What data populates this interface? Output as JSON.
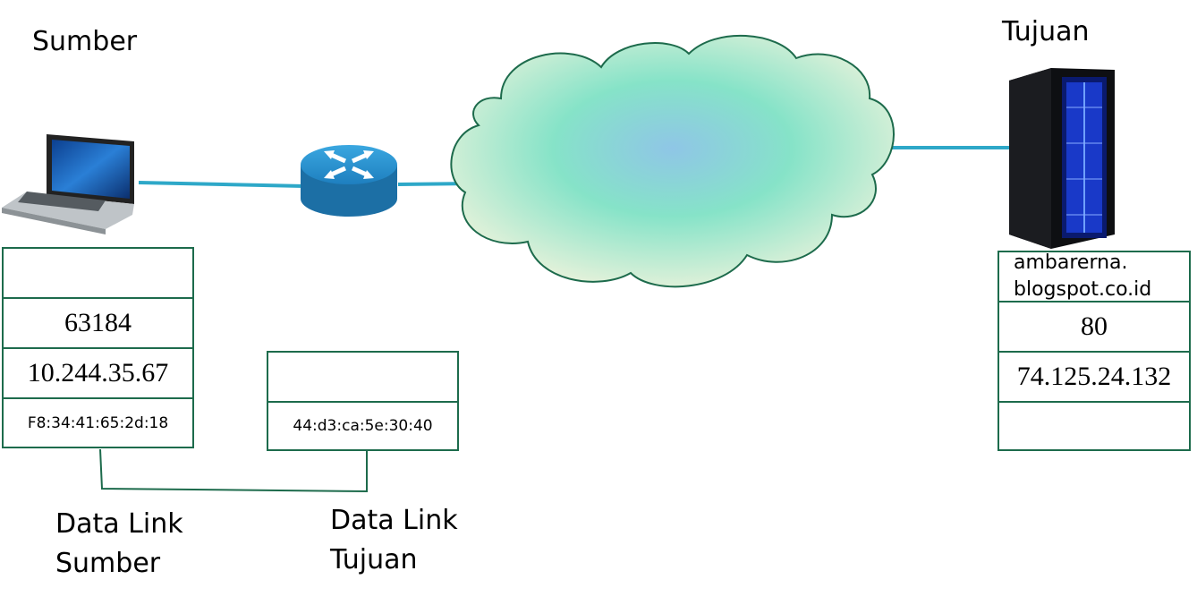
{
  "labels": {
    "source": "Sumber",
    "destination": "Tujuan",
    "dl_source": [
      "Data Link",
      "Sumber"
    ],
    "dl_dest": [
      "Data Link",
      "Tujuan"
    ]
  },
  "source_table": [
    "",
    "63184",
    "10.244.35.67",
    "F8:34:41:65:2d:18"
  ],
  "dest_mac_table": [
    "",
    "44:d3:ca:5e:30:40"
  ],
  "dest_table": [
    "ambarerna. blogspot.co.id",
    "80",
    "74.125.24.132",
    ""
  ],
  "colors": {
    "link": "#2ea8c8",
    "table_border": "#1d6b4c",
    "cloud_border": "#1d6b4c",
    "router": "#2a8fc9"
  },
  "icons": [
    "laptop-icon",
    "router-icon",
    "cloud-icon",
    "server-rack-icon"
  ]
}
